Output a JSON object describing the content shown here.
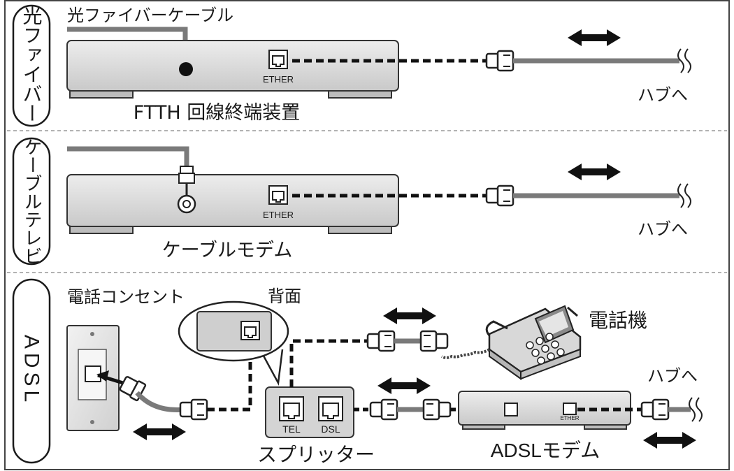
{
  "sections": [
    {
      "tab_label": "光ファイバー",
      "cable_label": "光ファイバーケーブル",
      "port_label": "ETHER",
      "hub_label": "ハブへ",
      "device_label": "FTTH 回線終端装置"
    },
    {
      "tab_label": "ケーブルテレビ",
      "port_label": "ETHER",
      "hub_label": "ハブへ",
      "device_label": "ケーブルモデム"
    },
    {
      "tab_label": "ADSL",
      "outlet_label": "電話コンセント",
      "back_label": "背面",
      "phone_label": "電話機",
      "tel_label": "TEL",
      "dsl_label": "DSL",
      "splitter_label": "スプリッター",
      "modem_port_label": "ETHER",
      "hub_label": "ハブへ",
      "device_label": "ADSLモデム"
    }
  ]
}
